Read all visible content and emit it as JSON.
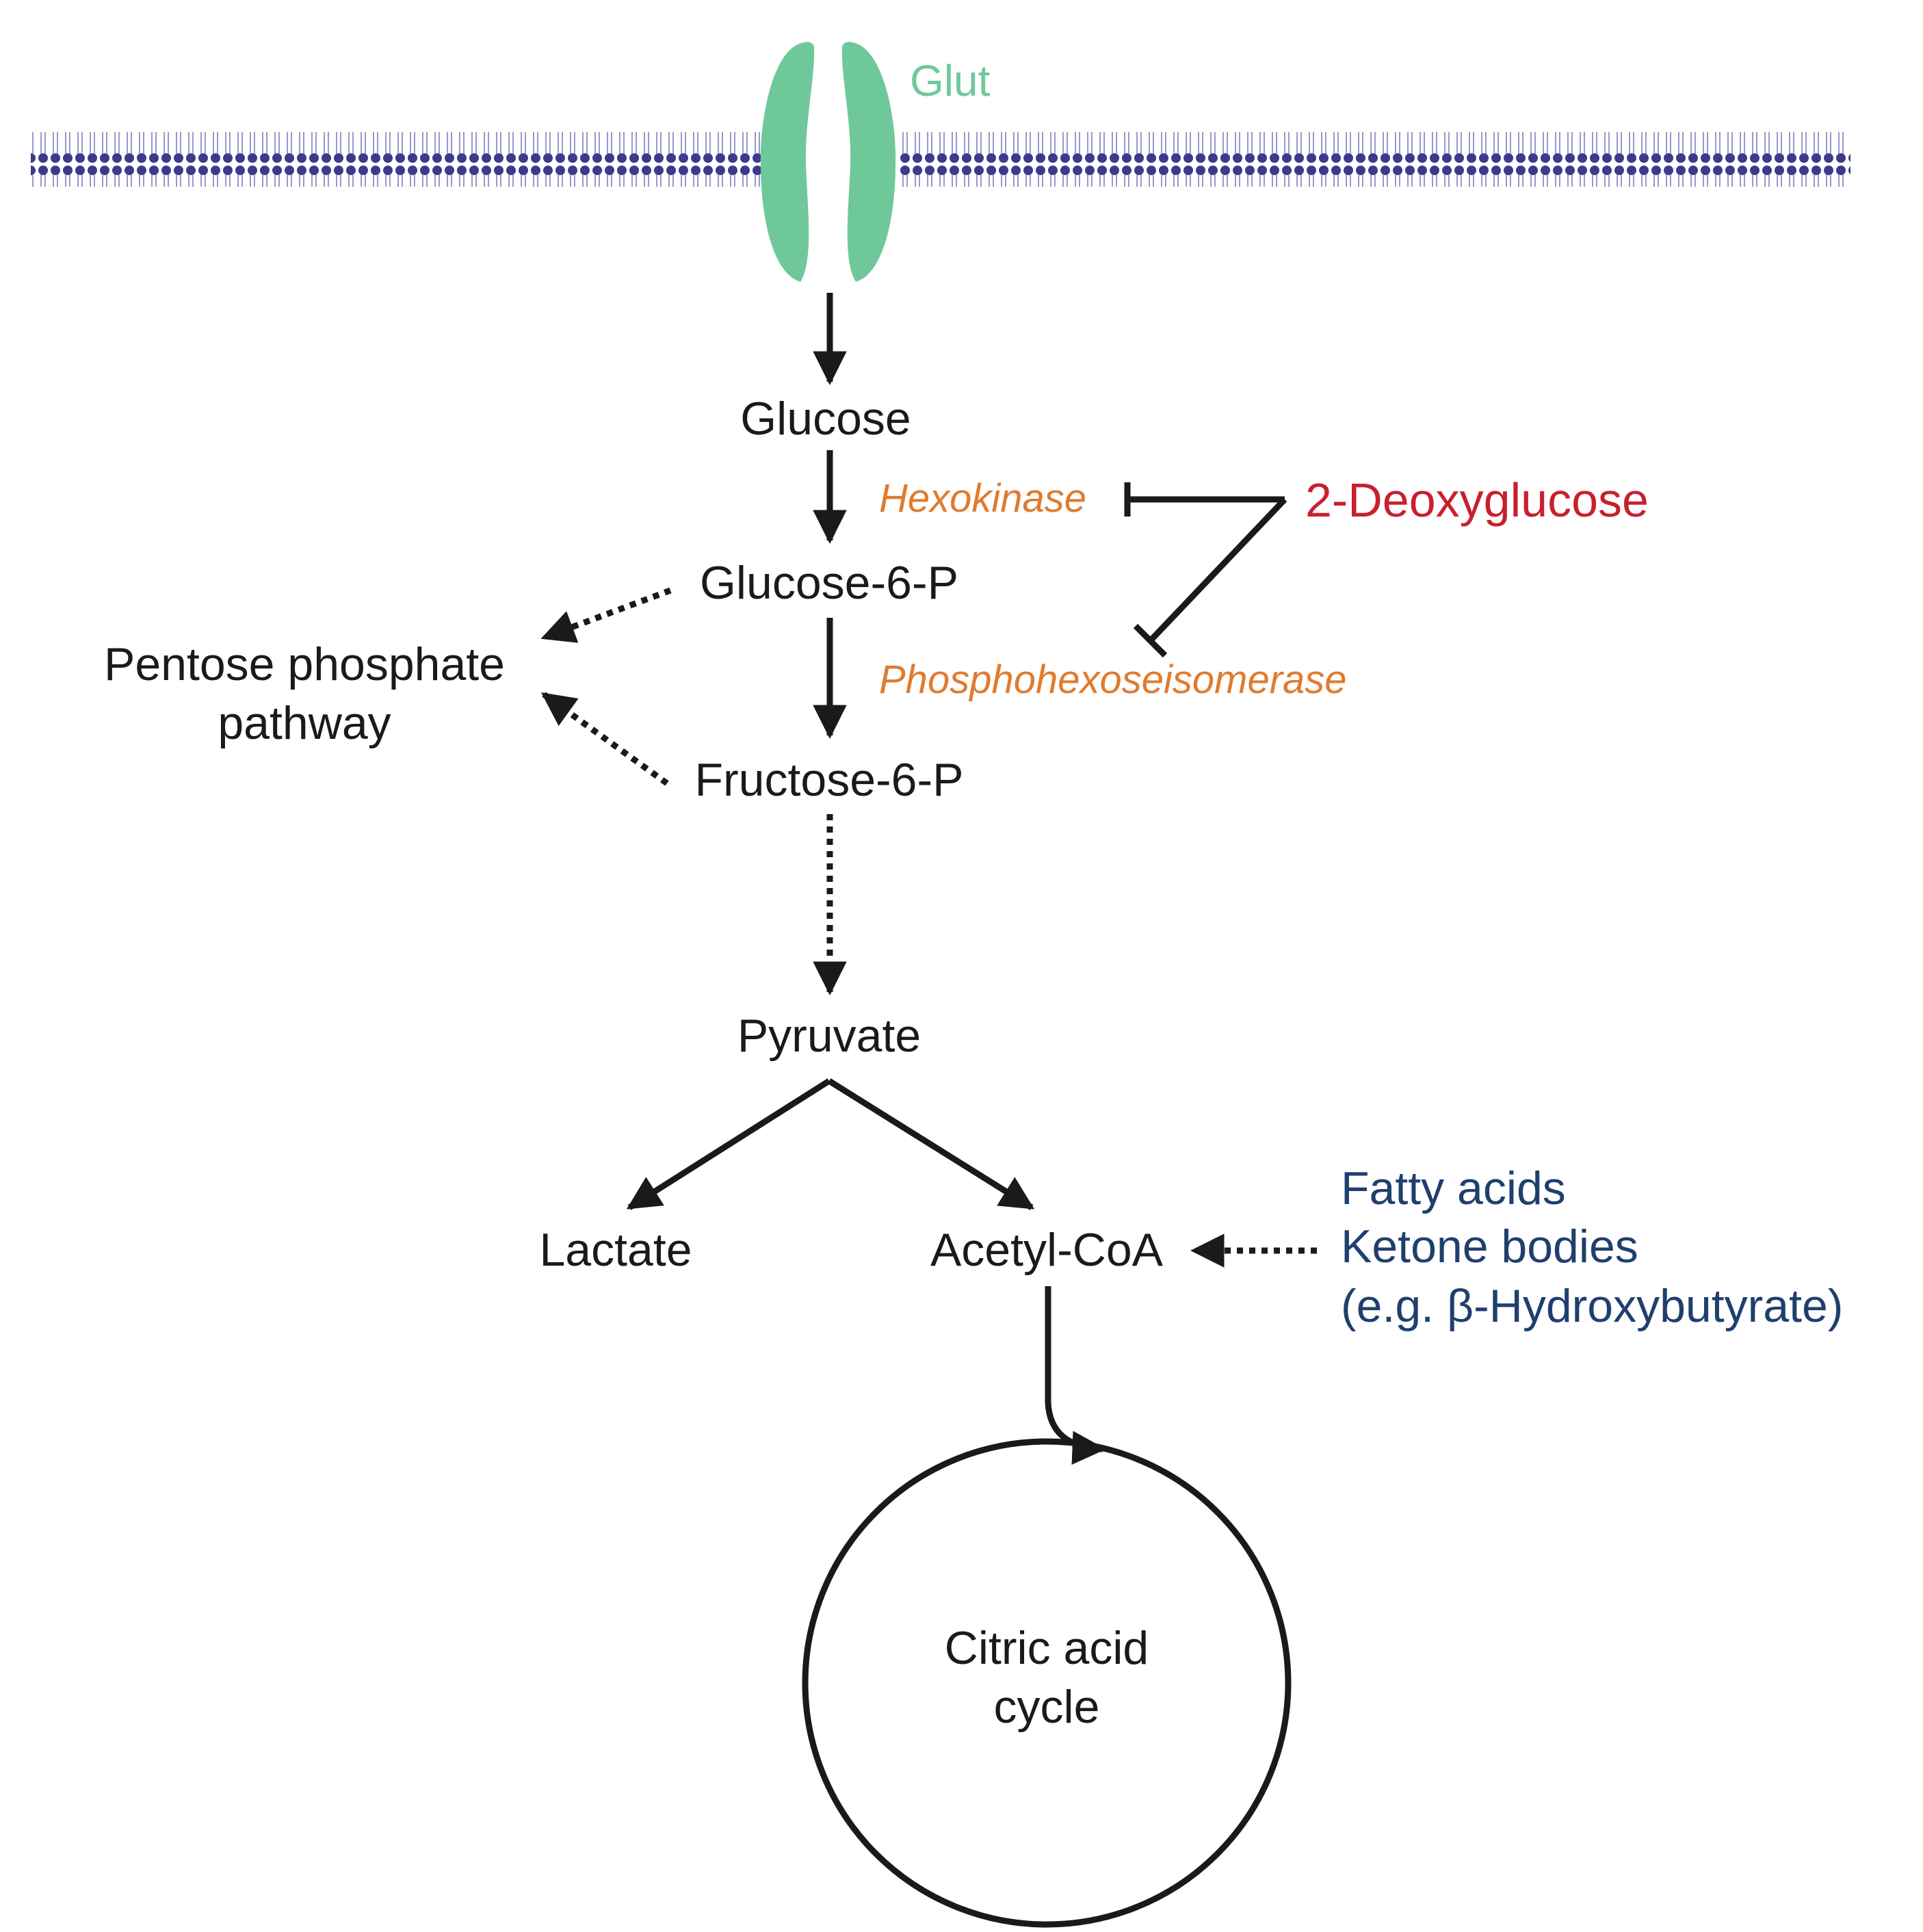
{
  "colors": {
    "transporter": "#6fc89a",
    "enzyme": "#e07b2e",
    "inhibitor": "#c8202f",
    "alternative_fuel": "#1f3f6e",
    "membrane": "#3d3a8c",
    "pathway_line": "#1a1a1a"
  },
  "transporter": {
    "label": "Glut"
  },
  "metabolites": {
    "glucose": "Glucose",
    "glucose6p": "Glucose-6-P",
    "fructose6p": "Fructose-6-P",
    "pyruvate": "Pyruvate",
    "lactate": "Lactate",
    "acetylcoa": "Acetyl-CoA"
  },
  "enzymes": {
    "hexokinase": "Hexokinase",
    "phosphohexoseisomerase": "Phosphohexoseisomerase"
  },
  "inhibitor": {
    "label": "2-Deoxyglucose"
  },
  "pentose_pathway": {
    "line1": "Pentose phosphate",
    "line2": "pathway"
  },
  "alternative_fuels": {
    "line1": "Fatty acids",
    "line2": "Ketone bodies",
    "line3": "(e.g. β-Hydroxybutyrate)"
  },
  "citric_acid_cycle": {
    "line1": "Citric acid",
    "line2": "cycle"
  }
}
